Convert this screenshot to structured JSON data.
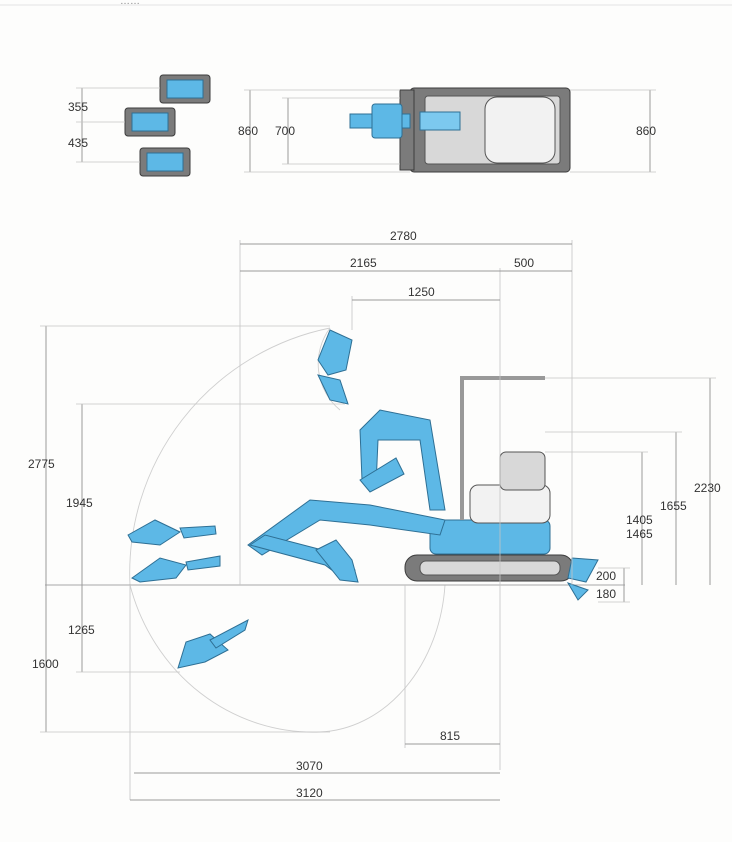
{
  "header": {
    "title_fragment": "……"
  },
  "dimensions": {
    "bucket_a": "355",
    "bucket_b": "435",
    "top_width_left": "860",
    "top_track_width": "700",
    "top_width_right": "860",
    "overall_reach": "2780",
    "reach_2165": "2165",
    "rear_500": "500",
    "reach_1250": "1250",
    "max_height": "2775",
    "dump_height": "1945",
    "dig_depth_1265": "1265",
    "dig_depth_1600": "1600",
    "cab_height": "2230",
    "seat_height_1655": "1655",
    "height_1405": "1405",
    "height_1465": "1465",
    "blade_lift": "200",
    "blade_drop": "180",
    "reach_815": "815",
    "reach_3070": "3070",
    "reach_3120": "3120"
  }
}
